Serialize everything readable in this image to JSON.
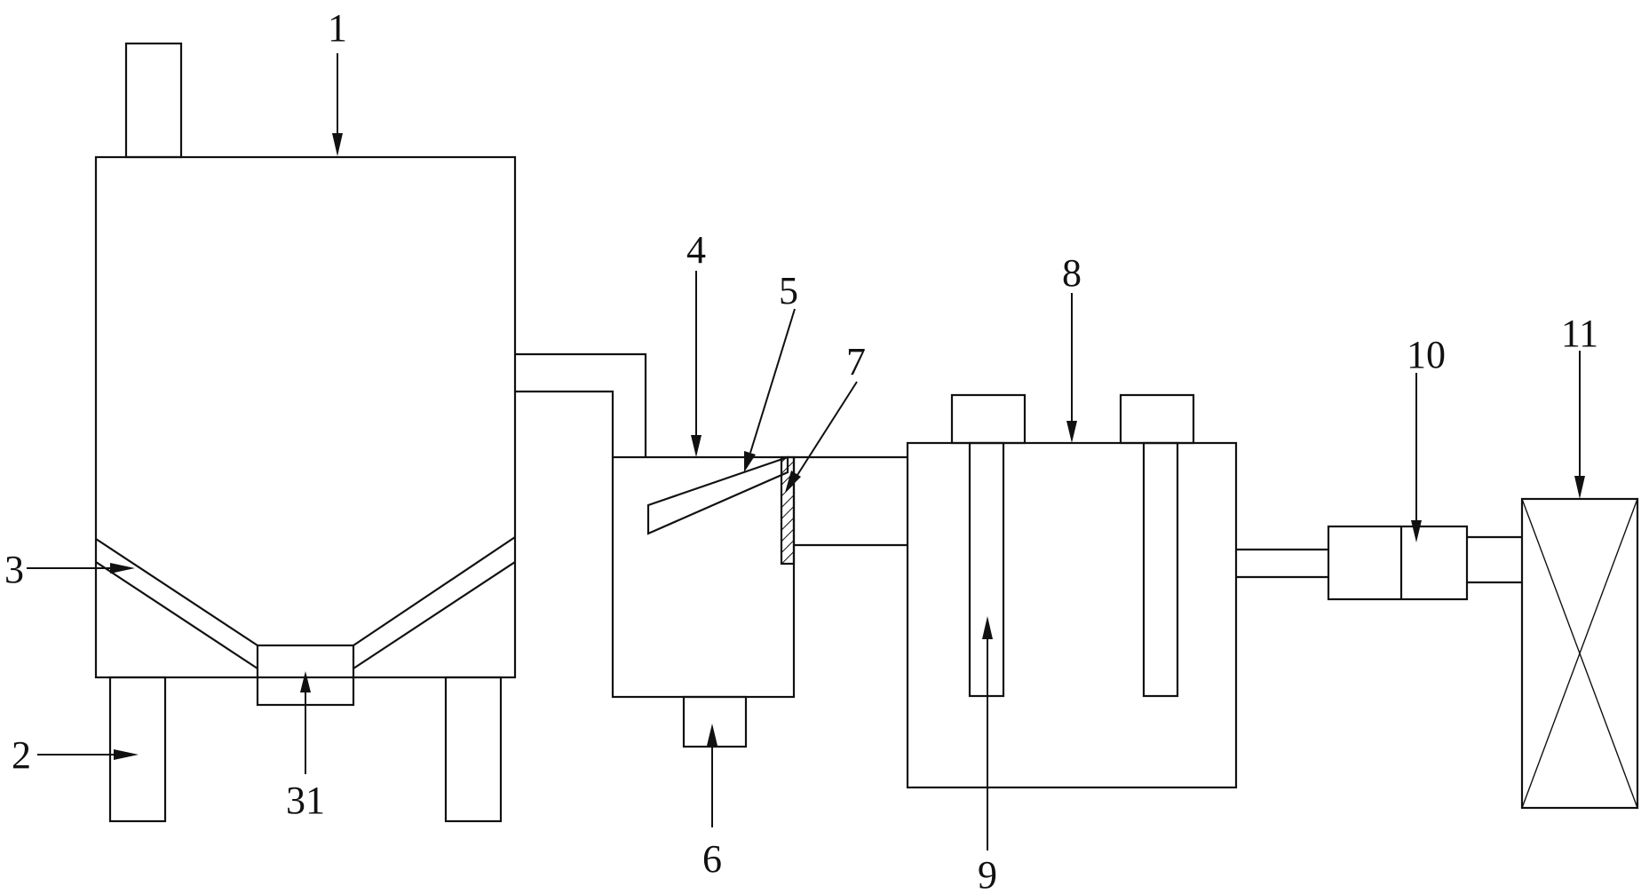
{
  "labels": {
    "l1": "1",
    "l2": "2",
    "l3": "3",
    "l31": "31",
    "l4": "4",
    "l5": "5",
    "l6": "6",
    "l7": "7",
    "l8": "8",
    "l9": "9",
    "l10": "10",
    "l11": "11"
  }
}
